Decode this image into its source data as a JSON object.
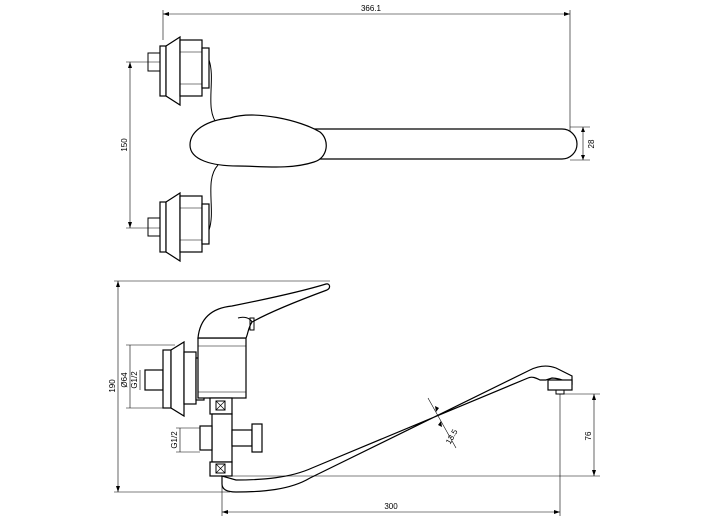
{
  "dimensions": {
    "top_width": "366.1",
    "inlet_spacing": "150",
    "spout_thickness": "28",
    "total_height": "190",
    "flange_diameter": "Ø64",
    "thread_back": "G1/2",
    "thread_front": "G1/2",
    "spout_diameter": "13.5",
    "outlet_height": "76",
    "spout_reach": "300"
  }
}
